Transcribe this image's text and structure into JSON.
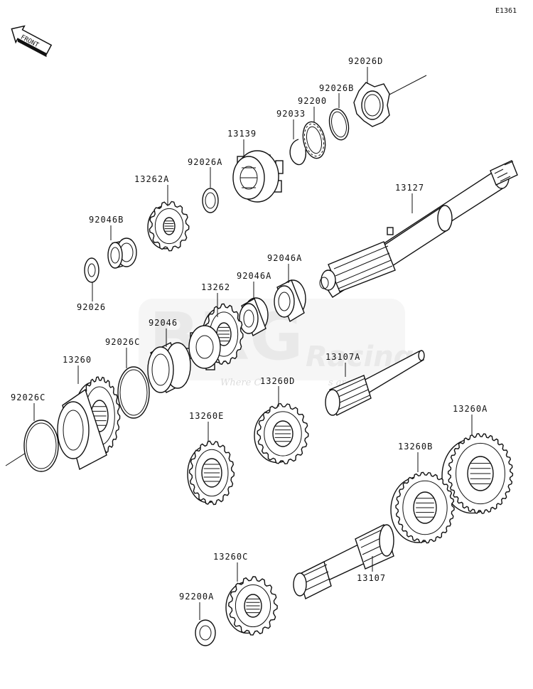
{
  "diagram": {
    "code": "E1361",
    "front_label": "FRONT",
    "watermark": {
      "main": "BRG",
      "sub": "Racing",
      "tagline": "Where C",
      "tagline_end": "s are ma"
    },
    "labels": {
      "p92026D": "92026D",
      "p92026B": "92026B",
      "p92200": "92200",
      "p92033": "92033",
      "p13139": "13139",
      "p92026A": "92026A",
      "p13262A": "13262A",
      "p13127": "13127",
      "p92046B": "92046B",
      "p92026": "92026",
      "p92046A_1": "92046A",
      "p92046A_2": "92046A",
      "p13262": "13262",
      "p92046": "92046",
      "p92026C_1": "92026C",
      "p13260": "13260",
      "p92026C_2": "92026C",
      "p13107A": "13107A",
      "p13260D": "13260D",
      "p13260E": "13260E",
      "p13260A": "13260A",
      "p13260B": "13260B",
      "p13107": "13107",
      "p13260C": "13260C",
      "p92200A": "92200A"
    }
  }
}
